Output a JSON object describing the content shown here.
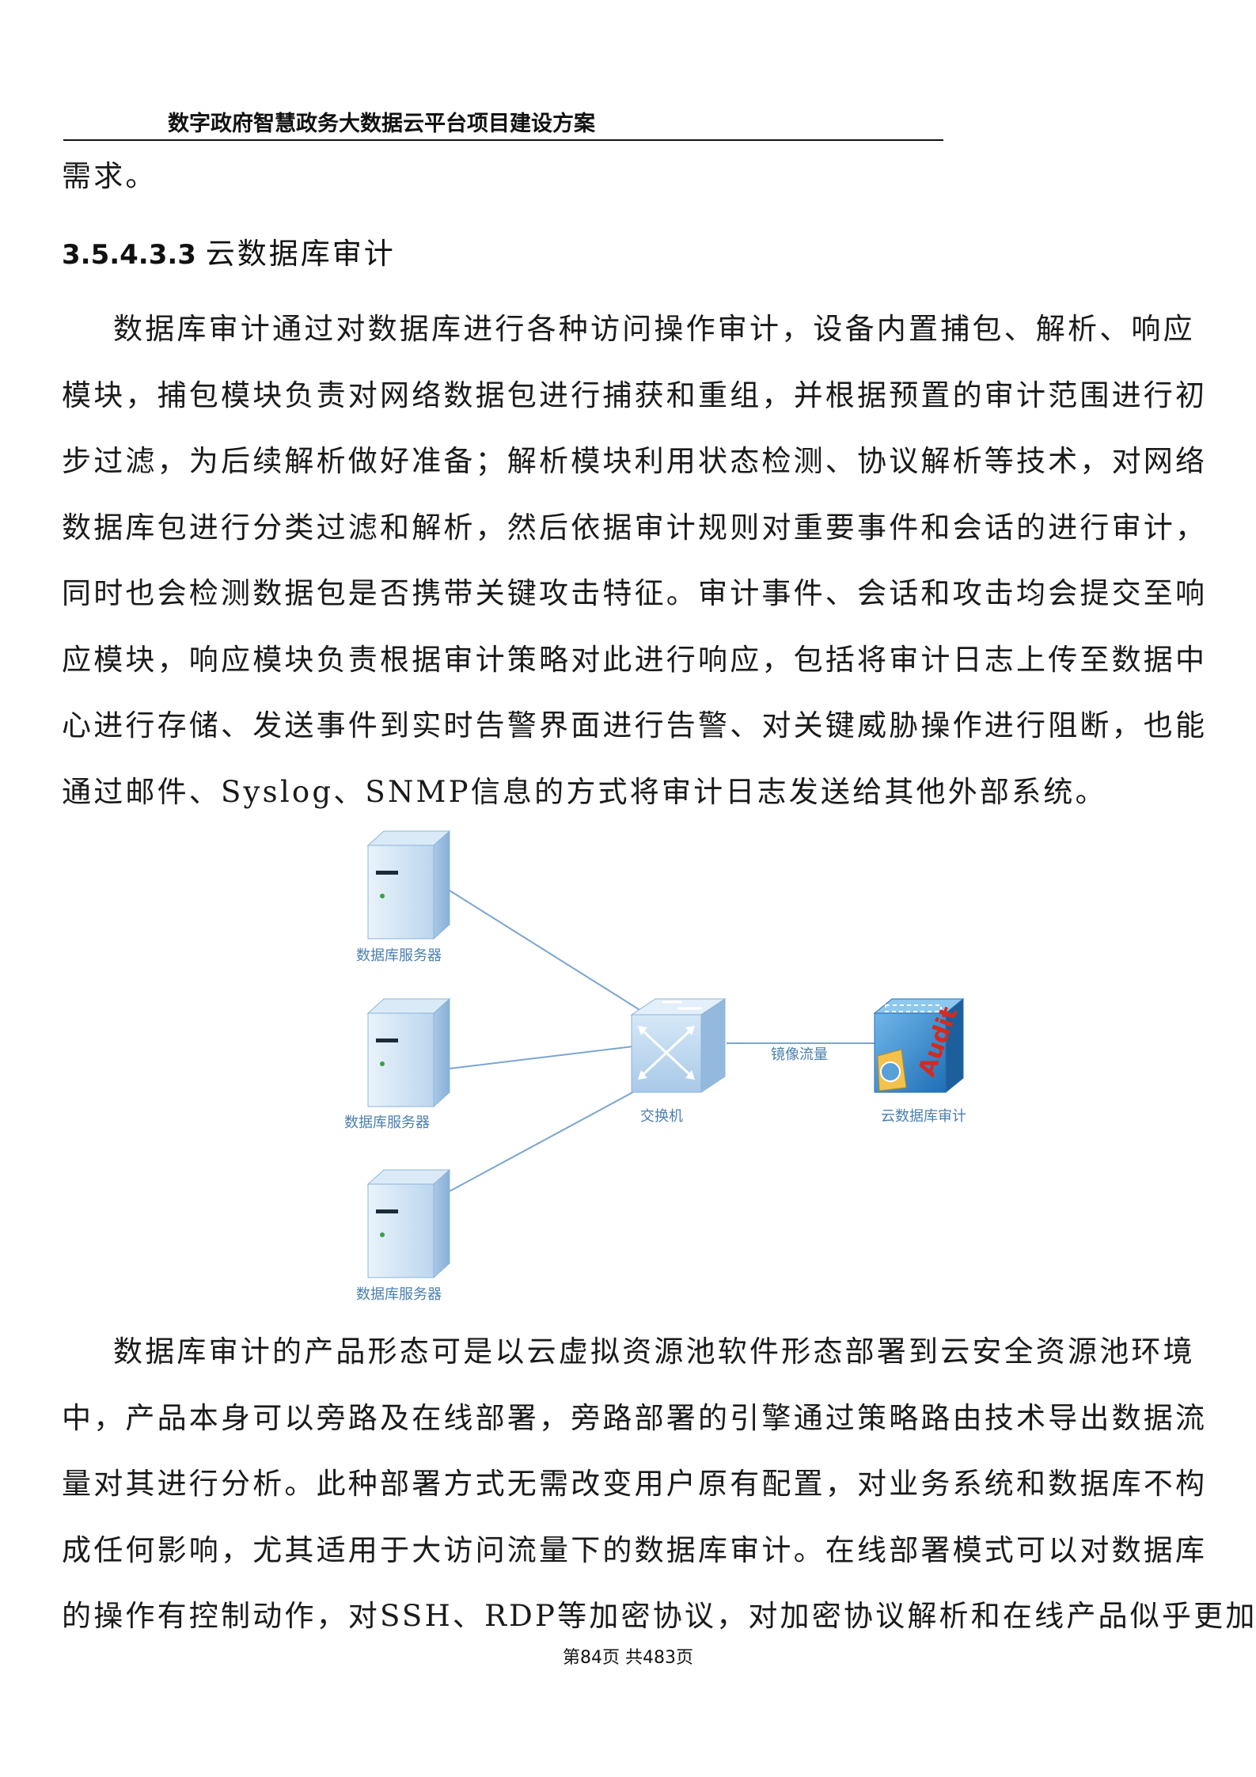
{
  "header": {
    "title": "数字政府智慧政务大数据云平台项目建设方案"
  },
  "body": {
    "continued_line": "需求。",
    "section": {
      "number": "3.5.4.3.3",
      "title": "云数据库审计"
    },
    "paragraph1": [
      "数据库审计通过对数据库进行各种访问操作审计，设备内置捕包、解析、响应",
      "模块，捕包模块负责对网络数据包进行捕获和重组，并根据预置的审计范围进行初",
      "步过滤，为后续解析做好准备；解析模块利用状态检测、协议解析等技术，对网络",
      "数据库包进行分类过滤和解析，然后依据审计规则对重要事件和会话的进行审计，",
      "同时也会检测数据包是否携带关键攻击特征。审计事件、会话和攻击均会提交至响",
      "应模块，响应模块负责根据审计策略对此进行响应，包括将审计日志上传至数据中",
      "心进行存储、发送事件到实时告警界面进行告警、对关键威胁操作进行阻断，也能",
      "通过邮件、Syslog、SNMP信息的方式将审计日志发送给其他外部系统。"
    ],
    "paragraph2": [
      "数据库审计的产品形态可是以云虚拟资源池软件形态部署到云安全资源池环境",
      "中，产品本身可以旁路及在线部署，旁路部署的引擎通过策略路由技术导出数据流",
      "量对其进行分析。此种部署方式无需改变用户原有配置，对业务系统和数据库不构",
      "成任何影响，尤其适用于大访问流量下的数据库审计。在线部署模式可以对数据库",
      "的操作有控制动作，对SSH、RDP等加密协议，对加密协议解析和在线产品似乎更加"
    ]
  },
  "diagram": {
    "servers": [
      {
        "label": "数据库服务器"
      },
      {
        "label": "数据库服务器"
      },
      {
        "label": "数据库服务器"
      }
    ],
    "switch": {
      "label": "交换机",
      "icon": "network-switch-icon"
    },
    "audit": {
      "label": "云数据库审计",
      "icon": "audit-icon",
      "badge": "Audit"
    },
    "link_label": "镜像流量",
    "colors": {
      "line": "#7aa6cf",
      "label": "#4a7fb0",
      "server": "#cfe3f5",
      "audit_text": "#d42a1f"
    }
  },
  "footer": {
    "prefix": "第",
    "page": "84",
    "middle": "页  共",
    "total": "483",
    "suffix": "页"
  }
}
